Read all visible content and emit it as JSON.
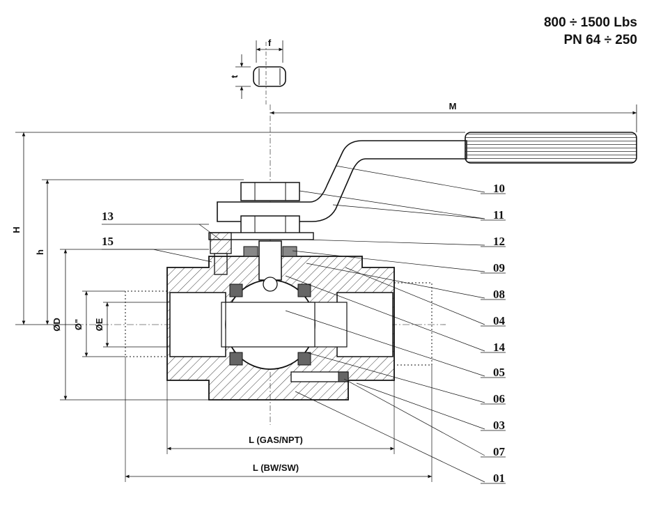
{
  "pressure_rating": {
    "class": "800 ÷ 1500 Lbs",
    "pn": "PN 64 ÷ 250"
  },
  "dimensions": {
    "f": "f",
    "t": "t",
    "M": "M",
    "H": "H",
    "h": "h",
    "D": "ØD",
    "inch": "Ø\"",
    "E": "ØE",
    "L_gas": "L (GAS/NPT)",
    "L_bw": "L (BW/SW)"
  },
  "parts": [
    "10",
    "11",
    "12",
    "09",
    "08",
    "04",
    "14",
    "05",
    "06",
    "03",
    "07",
    "01",
    "13",
    "15"
  ],
  "colors": {
    "line": "#111111",
    "background": "#ffffff"
  }
}
